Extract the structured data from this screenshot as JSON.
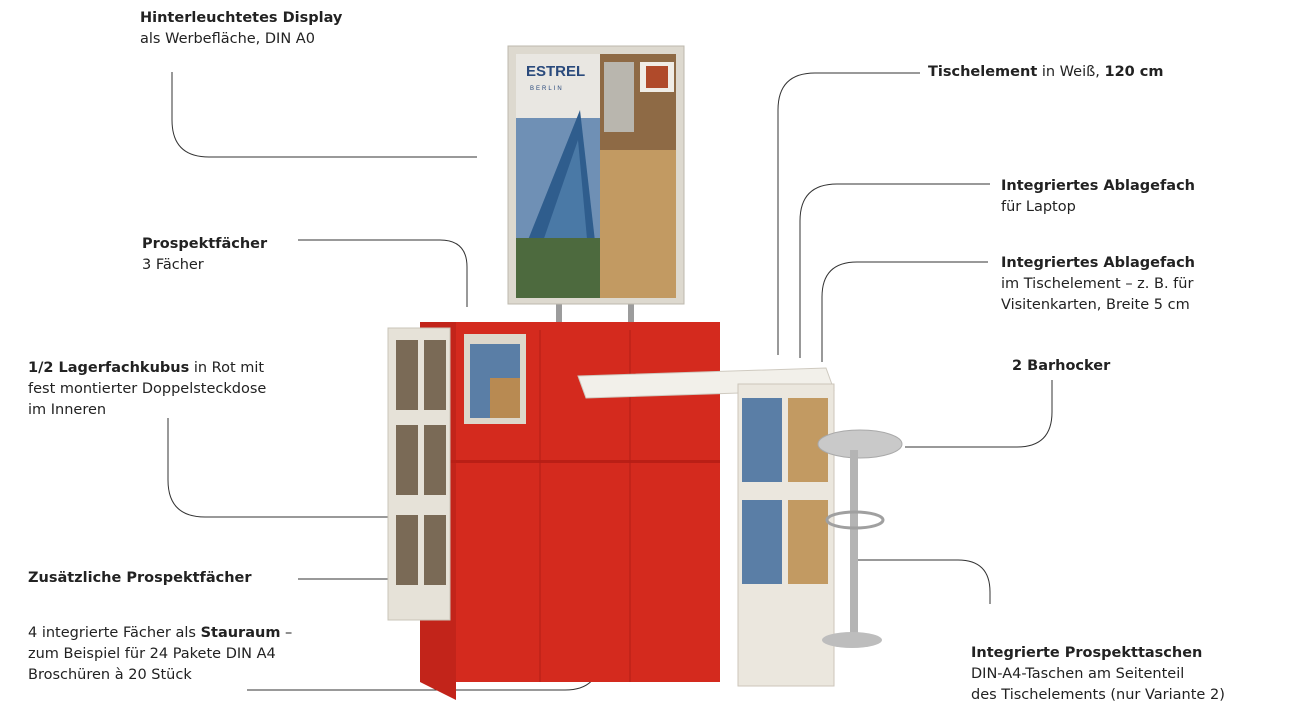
{
  "labels": {
    "display": {
      "title": "Hinterleuchtetes Display",
      "line2": "als Werbefläche, DIN A0"
    },
    "prospekt": {
      "title": "Prospektfächer",
      "line2": "3 Fächer"
    },
    "lager": {
      "title": "1/2 Lagerfachkubus",
      "title_rest": " in Rot mit",
      "line2": "fest montierter Doppelsteckdose",
      "line3": "im Inneren"
    },
    "zusatz": {
      "title": "Zusätzliche Prospektfächer"
    },
    "stauraum": {
      "line1_pre": "4 integrierte Fächer als ",
      "line1_bold": "Stauraum",
      "line1_post": " –",
      "line2": "zum Beispiel für 24 Pakete DIN A4",
      "line3": "Broschüren à 20 Stück"
    },
    "tisch": {
      "title": "Tischelement",
      "mid": " in Weiß, ",
      "size": "120 cm"
    },
    "ablage1": {
      "title": "Integriertes Ablagefach",
      "line2": "für Laptop"
    },
    "ablage2": {
      "title": "Integriertes Ablagefach",
      "line2": "im Tischelement – z. B. für",
      "line3": "Visitenkarten, Breite 5 cm"
    },
    "barhocker": {
      "title": "2 Barhocker"
    },
    "taschen": {
      "title": "Integrierte Prospekttaschen",
      "line2": "DIN-A4-Taschen am Seitenteil",
      "line3": "des Tischelements (nur Variante 2)"
    }
  },
  "display_logo": {
    "brand": "ESTREL",
    "city": "BERLIN"
  },
  "colors": {
    "red": "#d42a1e",
    "red_dark": "#a81c14",
    "white_panel": "#ece8df",
    "line": "#333333"
  }
}
